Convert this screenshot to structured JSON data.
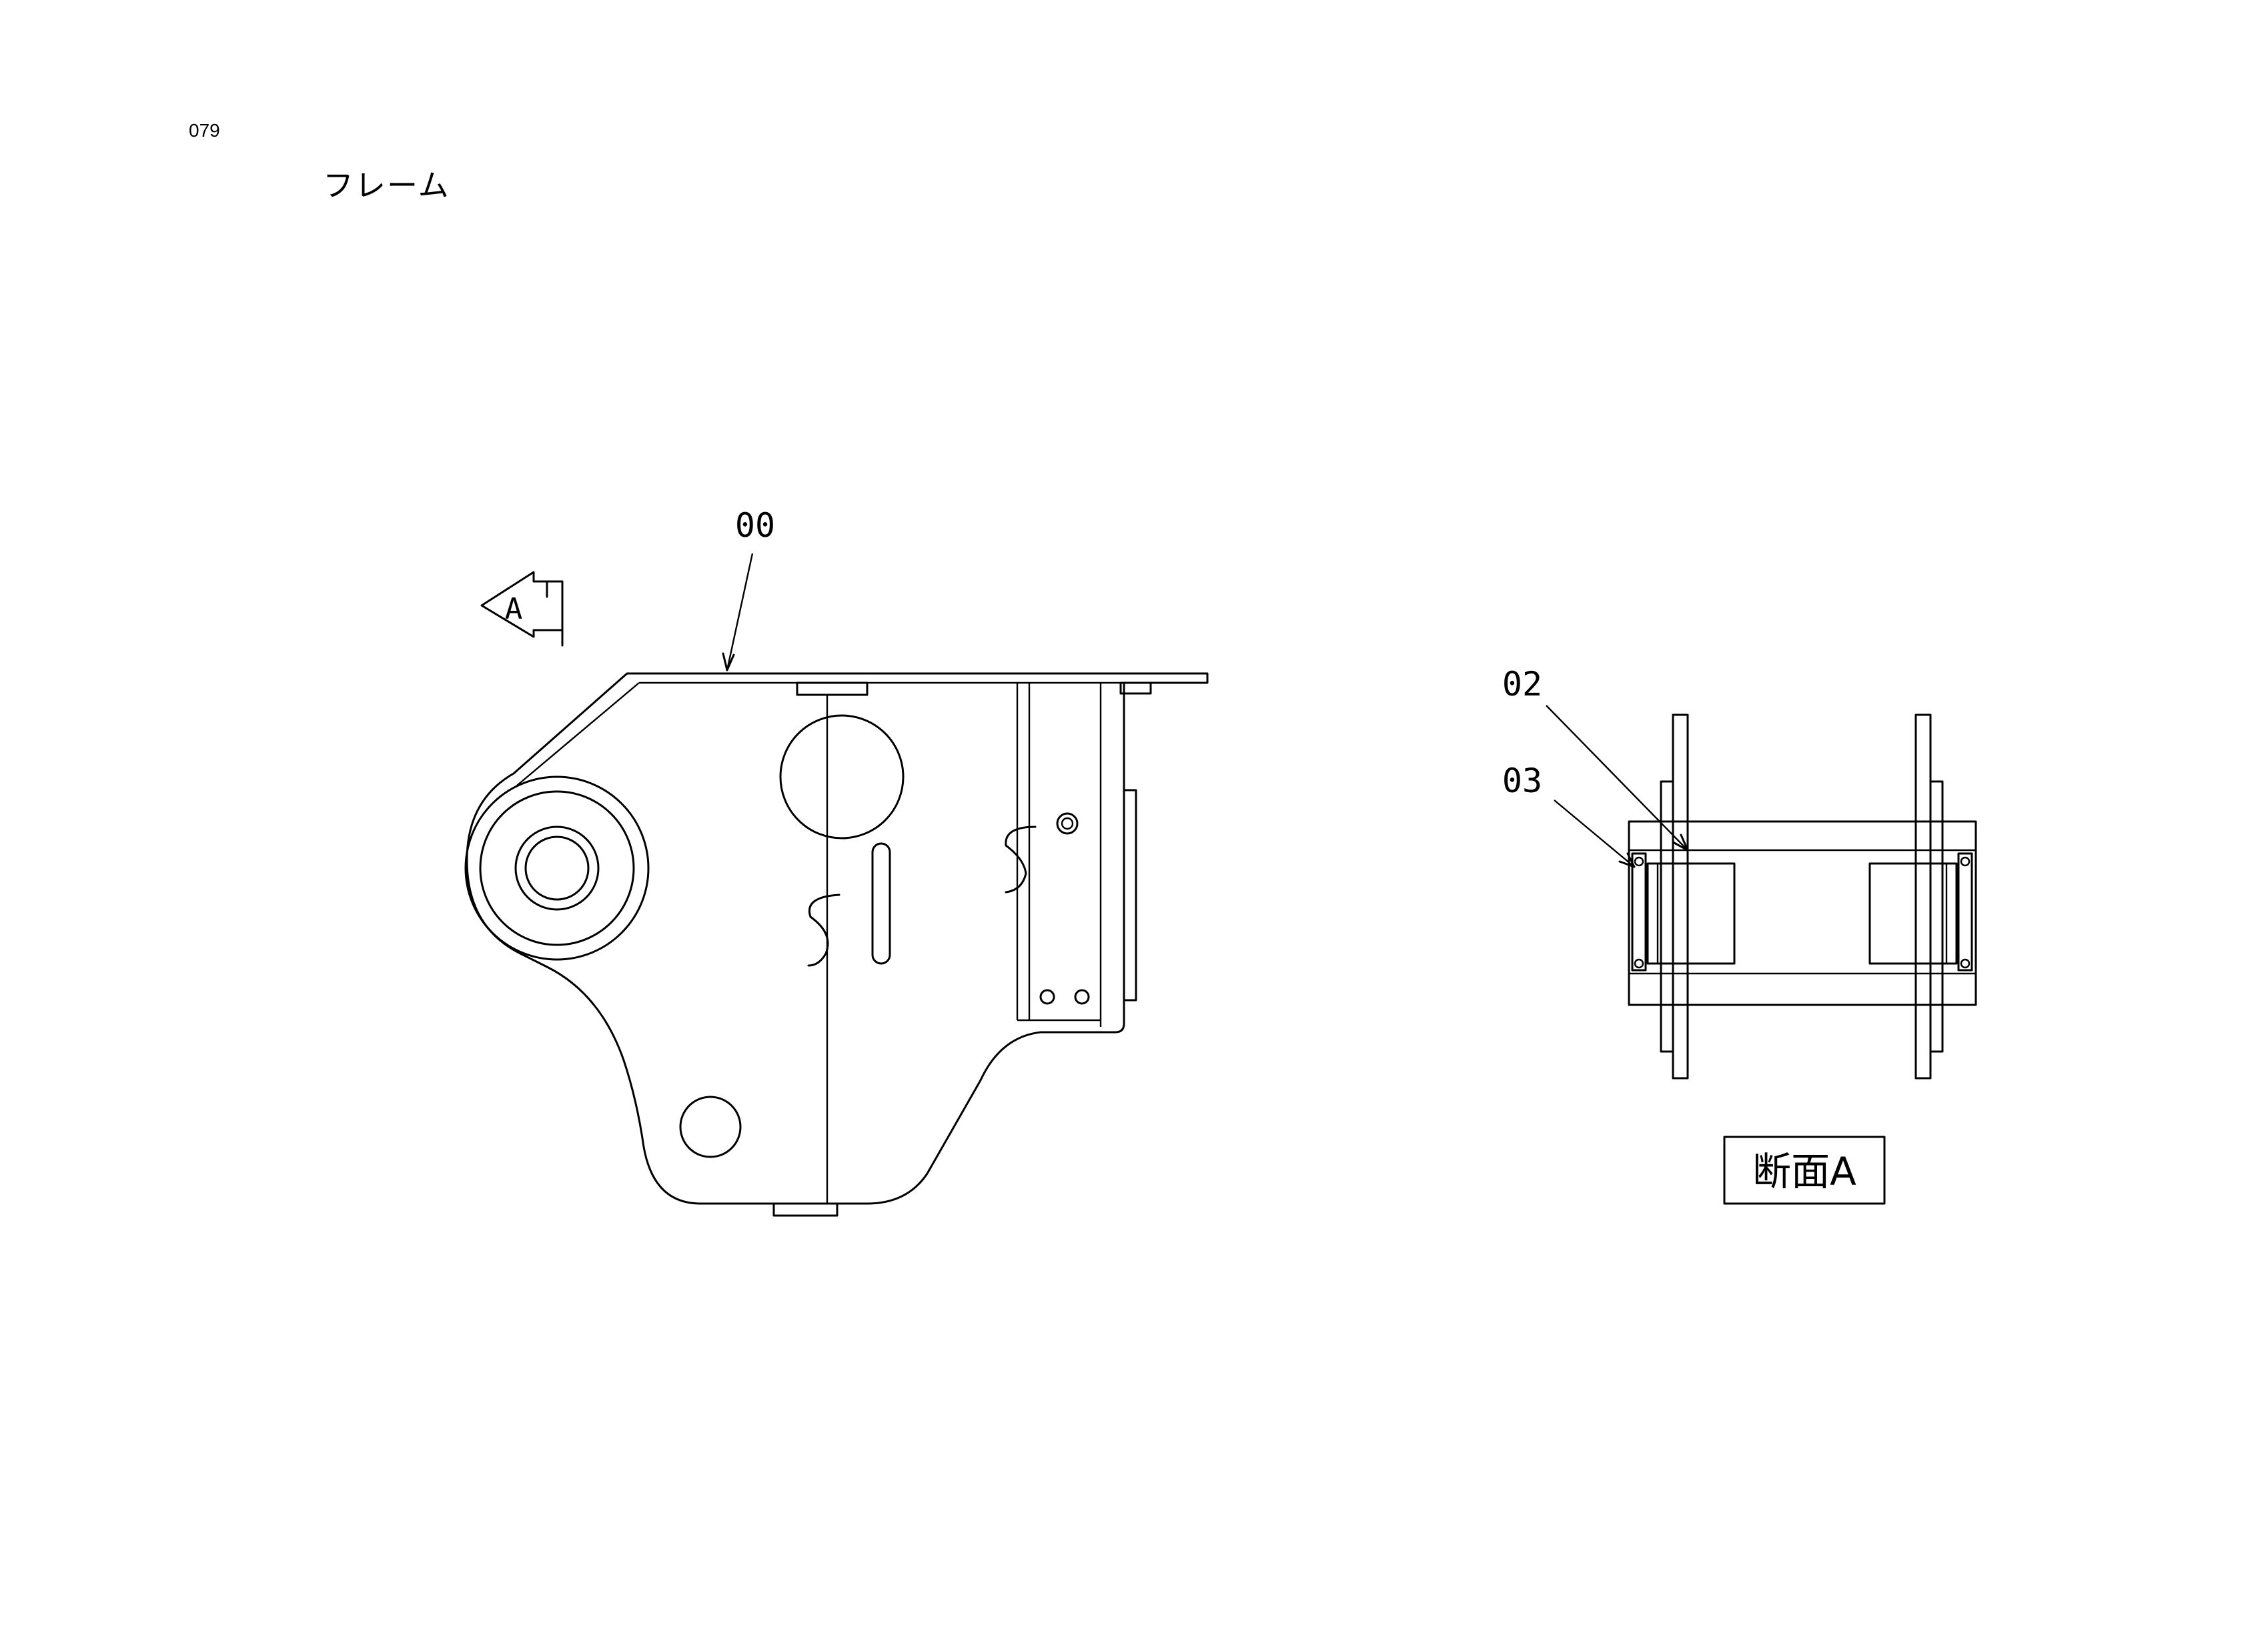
{
  "page": {
    "number": "079",
    "title": "フレーム"
  },
  "diagram": {
    "view_marker": "A",
    "part_labels": {
      "frame": "00",
      "bushing": "02",
      "seal": "03"
    },
    "section_label": "断面A"
  }
}
